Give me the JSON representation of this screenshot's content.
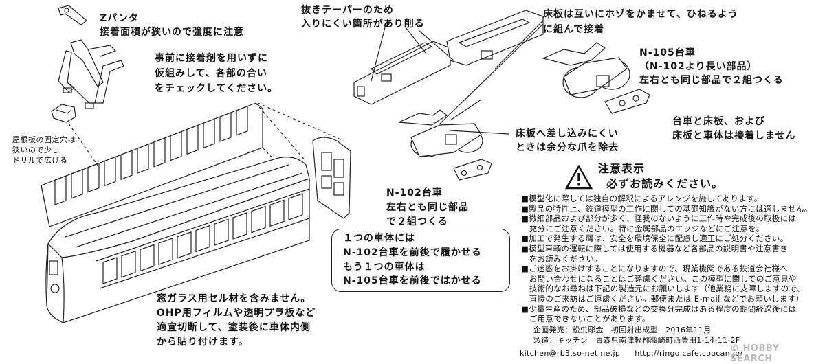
{
  "labels": {
    "z_panta_title": "Zパンタ",
    "z_panta_note": "接着面積が狭いので強度に注意",
    "pre_assembly": [
      "事前に接着剤を用いずに",
      "仮組みして、各部の合い",
      "をチェックしてください。"
    ],
    "roof_hole": [
      "屋根板の固定穴は",
      "狭いので少し",
      "ドリルで広げる"
    ],
    "taper": [
      "抜きテーパーのため",
      "入りにくい箇所があり削る"
    ],
    "floor_join": [
      "床板は互いにホゾをかませて、ひねるよう",
      "に組んで接着"
    ],
    "n105": [
      "N-105台車",
      "（N-102より長い部品）",
      "左右とも同じ部品で２組つくる"
    ],
    "floor_insert": [
      "床板へ差し込みにくい",
      "ときは余分な爪を除去"
    ],
    "truck_floor": [
      "台車と床板、および",
      "床板と車体は接着しません"
    ],
    "n102": [
      "N-102台車",
      "左右とも同じ部品",
      "で２組つくる"
    ],
    "callout": [
      "１つの車体には",
      "N-102台車を前後で履かせる",
      "もう１つの車体は",
      "N-105台車を前後ではかせる"
    ],
    "glass": [
      "窓ガラス用セル材を含みません。",
      "OHP用フィルムや透明プラ板など",
      "適宜切断して、塗装後に車体内側",
      "から貼り付けます。"
    ]
  },
  "caution": {
    "icon": "warning-triangle-icon",
    "title": "注意表示",
    "subtitle": "必ずお読みください。"
  },
  "notes": [
    "■模型化に際しては独自の解釈によるアレンジを施してあります。",
    "■製品の特性上、鉄道模型の工作に関しての基礎知識がない方には適しません。",
    "■微細部品および部分が多く、怪我のないように工作時や完成後の取扱には",
    "　充分にご注意ください。特に金属部品のエッジなどにご注意を。",
    "■加工で発生する屑は、安全を環境保全に配慮し適正にご処分ください。",
    "■模型車輌の運転に際しては使用する機器など各部品の説明書や注意書き",
    "　をお読みください。",
    "■ご迷惑をお掛けすることになりますので、現業機関である鉄道会社様へ",
    "　お問い合わせになることはご遠慮ください。この模型に関してのご意見や",
    "　技術的なお尋ねは下記の製造元にお願いします（他業務に支障しますので、",
    "　直接のご来訪はご遠慮ください。郵便または E-mail などでお願いします）",
    "■少量生産のため、部品破損などの交換分完成はある程度の期間経過後には",
    "　ご用意できないことがあります。"
  ],
  "credits": {
    "line1": "企画発売：松虫彫金　初回射出成型　2016年11月",
    "line2": "製造：キッチン　青森県南津軽郡藤崎町西豊田1-14-11-2F",
    "email": "kitchen@rb3.so-net.ne.jp",
    "url": "http://ringo.cafe.coocan.jp/"
  },
  "watermark": "© HOBBY SEARCH"
}
